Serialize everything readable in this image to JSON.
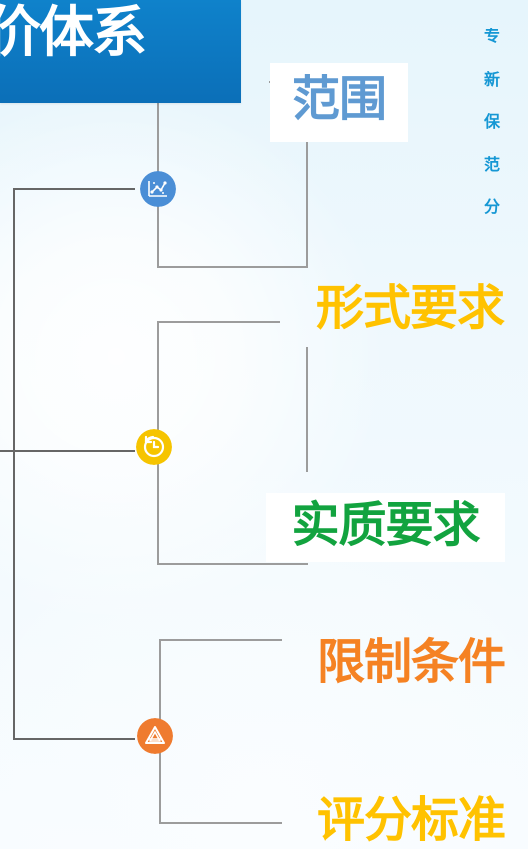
{
  "banner": {
    "title": "价体系"
  },
  "branches": {
    "fanwei": "范围",
    "xingshi_yaoqiu": "形式要求",
    "shizhi_yaoqiu": "实质要求",
    "xianzhi_tiaojian": "限制条件",
    "pingfen_biaozhun": "评分标准"
  },
  "side_list": {
    "items": [
      "专",
      "新",
      "保",
      "范",
      "分"
    ]
  },
  "icons": {
    "top": "scatter-chart-icon",
    "middle": "history-clock-icon",
    "bottom": "triangle-warning-icon"
  },
  "colors": {
    "banner": "#0b73bd",
    "fanwei": "#5f9ad2",
    "xingshi": "#ffc200",
    "shizhi": "#12a33f",
    "xianzhi": "#f58223",
    "pingfen": "#ffc200",
    "icon_blue": "#4a8ed6",
    "icon_yellow": "#f6c400",
    "icon_orange": "#ef7b2f",
    "side_text": "#1597d4"
  }
}
